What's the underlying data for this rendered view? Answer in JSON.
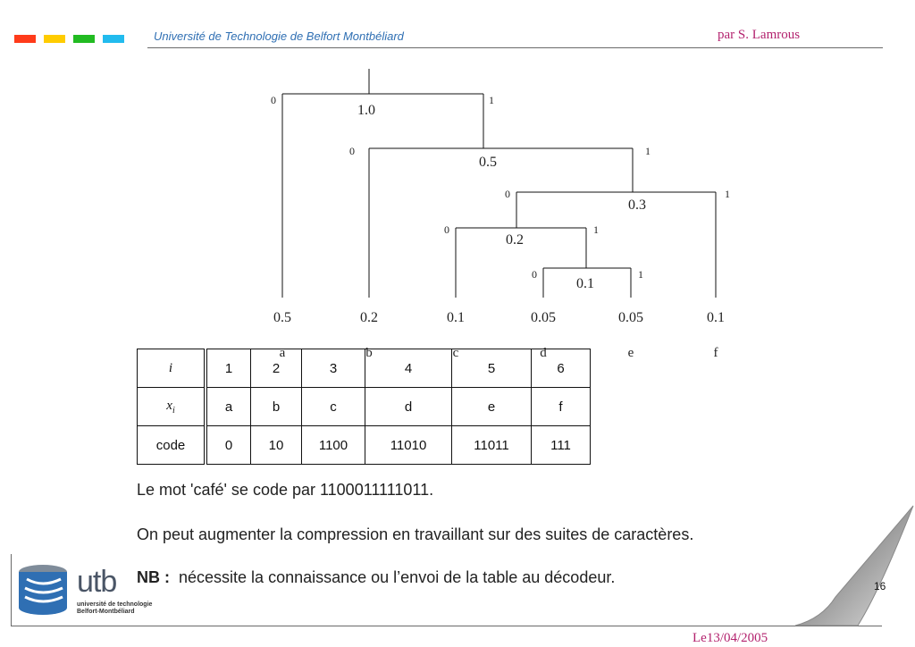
{
  "header": {
    "squares": [
      "#ff3b1a",
      "#ffcc00",
      "#22bb22",
      "#22bbee"
    ],
    "title": "Université de Technologie de Belfort Montbéliard",
    "author": "par S. Lamrous"
  },
  "tree": {
    "nodes": [
      "1.0",
      "0.5",
      "0.3",
      "0.2",
      "0.1"
    ],
    "bits": {
      "zero": "0",
      "one": "1"
    },
    "leaves": [
      {
        "prob": "0.5",
        "symbol": "a"
      },
      {
        "prob": "0.2",
        "symbol": "b"
      },
      {
        "prob": "0.1",
        "symbol": "c"
      },
      {
        "prob": "0.05",
        "symbol": "d"
      },
      {
        "prob": "0.05",
        "symbol": "e"
      },
      {
        "prob": "0.1",
        "symbol": "f"
      }
    ]
  },
  "table": {
    "rows": [
      {
        "header": "i",
        "cells": [
          "1",
          "2",
          "3",
          "4",
          "5",
          "6"
        ]
      },
      {
        "header": "x",
        "header_sub": "i",
        "cells": [
          "a",
          "b",
          "c",
          "d",
          "e",
          "f"
        ]
      },
      {
        "header": "code",
        "cells": [
          "0",
          "10",
          "1100",
          "11010",
          "11011",
          "111"
        ]
      }
    ]
  },
  "text": {
    "line1": "Le mot 'café' se code par 1100011111011.",
    "line2": "On peut augmenter la compression en travaillant sur des suites de caractères.",
    "nb_label": "NB :",
    "nb_text": "nécessite la connaissance ou l’envoi de la table au décodeur."
  },
  "logo": {
    "word": "utb",
    "sub1": "université de technologie",
    "sub2": "Belfort-Montbéliard"
  },
  "page_number": "16",
  "date": "Le13/04/2005"
}
